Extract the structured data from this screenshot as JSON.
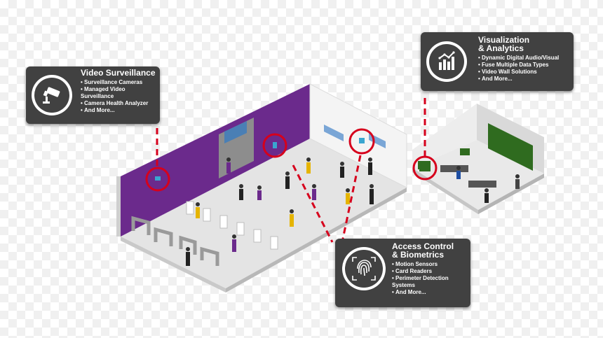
{
  "callouts": {
    "video": {
      "title": "Video Surveillance",
      "icon": "cctv-camera-icon",
      "items": [
        "Surveillance Cameras",
        "Managed Video Surveillance",
        "Camera Health Analyzer",
        "And More..."
      ]
    },
    "visual": {
      "title": "Visualization\n& Analytics",
      "icon": "bar-chart-icon",
      "items": [
        "Dynamic Digital Audio/Visual",
        "Fuse Multiple Data Types",
        "Video Wall Solutions",
        "And More..."
      ]
    },
    "access": {
      "title": "Access Control\n& Biometrics",
      "icon": "fingerprint-icon",
      "items": [
        "Motion Sensors",
        "Card Readers",
        "Perimeter Detection Systems",
        "And More..."
      ]
    }
  },
  "colors": {
    "callout_bg": "#414141",
    "accent_red": "#d6001c",
    "wall_purple": "#6b2a8c",
    "floor": "#e6e6e6",
    "screen_green": "#2f6b1f"
  }
}
